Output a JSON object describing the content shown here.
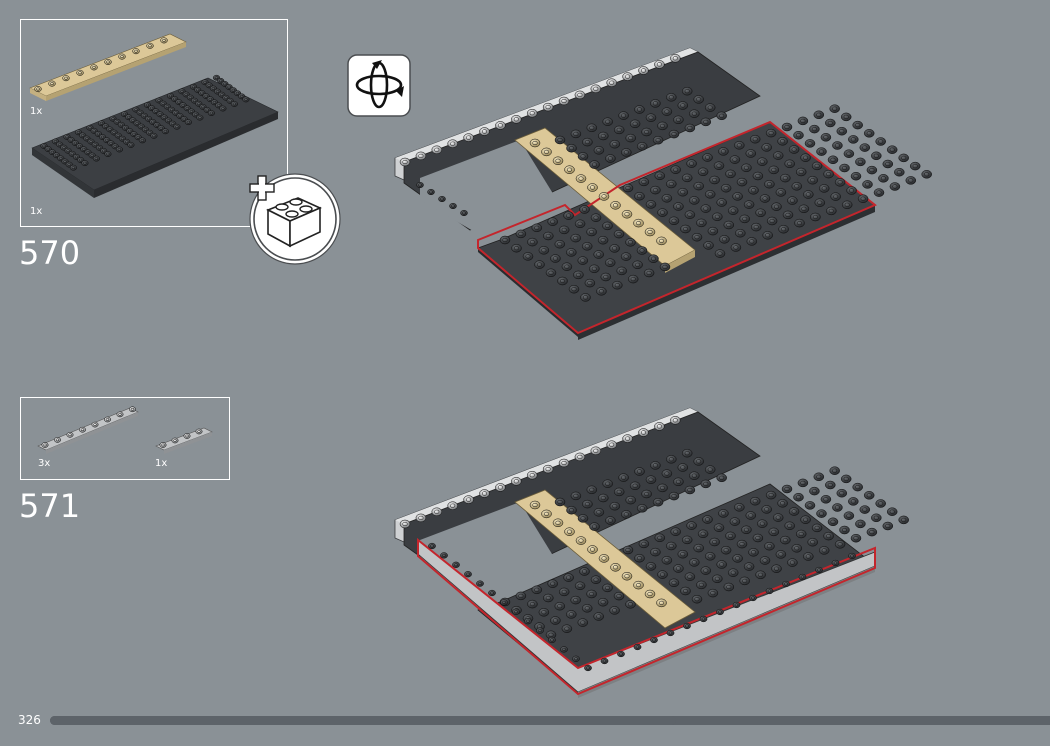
{
  "page_number": "326",
  "progress_fraction": 0.62,
  "steps": [
    {
      "number": "570",
      "parts": [
        {
          "name": "tan-plate-1x10",
          "color": "#dcc898",
          "qty": "1x"
        },
        {
          "name": "dark-gray-plate-8x16",
          "color": "#474b4f",
          "qty": "1x"
        }
      ],
      "icons": [
        "add-subassembly-icon",
        "rotate-model-icon"
      ]
    },
    {
      "number": "571",
      "parts": [
        {
          "name": "light-gray-plate-1x8",
          "color": "#c2c4c6",
          "qty": "3x"
        },
        {
          "name": "light-gray-plate-1x4",
          "color": "#c2c4c6",
          "qty": "1x"
        }
      ]
    }
  ],
  "colors": {
    "background": "#8a9196",
    "highlight_outline": "#c4252c",
    "dark_plate": "#3c3f43",
    "tan_plate": "#dcc898",
    "light_plate": "#c2c4c6"
  }
}
